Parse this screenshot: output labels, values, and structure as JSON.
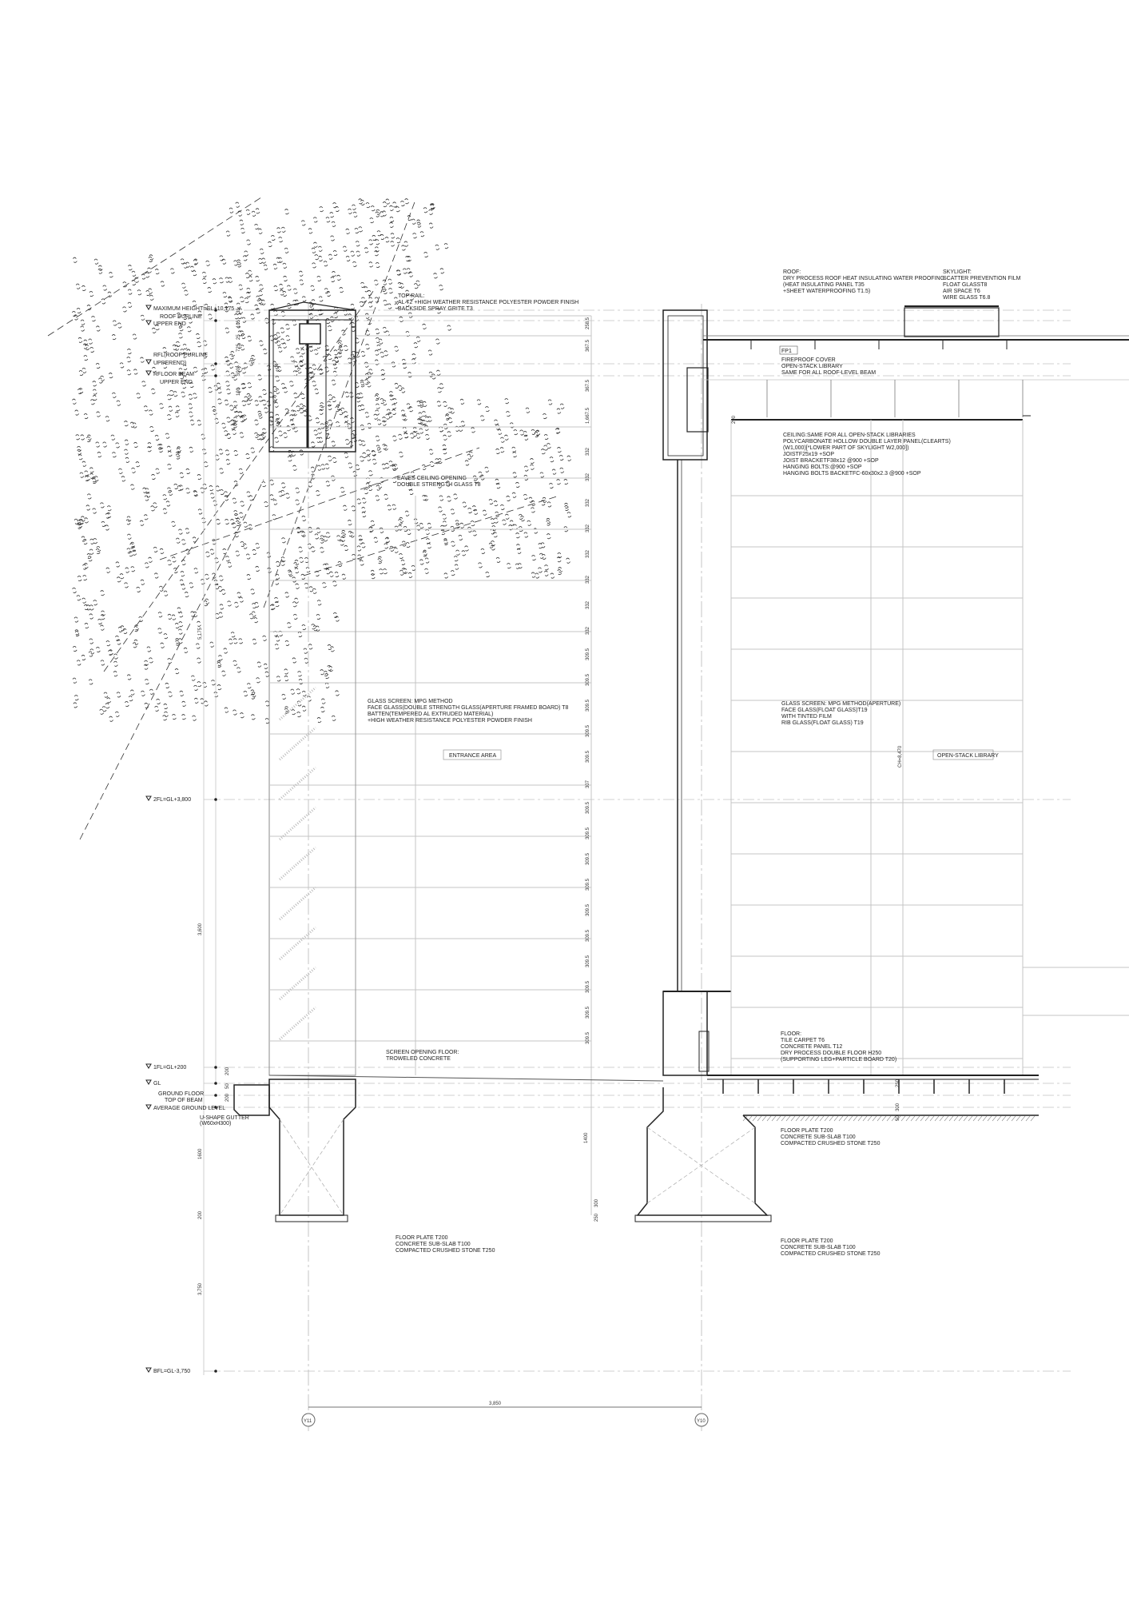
{
  "colors": {
    "line": "#222222",
    "light_line": "#bbbbbb",
    "hatch": "#999999",
    "background": "#ffffff"
  },
  "levels": {
    "max_height": "MAXIMUM HEIGHT=GL+10,175",
    "roof_purline": [
      "ROOF PURLINE",
      "UPPER END"
    ],
    "rfl": [
      "RFL(ROOF PURLINE",
      "UPPEREND)"
    ],
    "rfloor_beam": [
      "RFLOOR BEAM",
      "UPPER END"
    ],
    "fl2": "2FL=GL+3,800",
    "fl1": "1FL=GL+200",
    "gl": "GL",
    "ground_floor_beam": [
      "GROUND FLOOR",
      "TOP OF BEAM"
    ],
    "avg_ground": "AVERAGE GROUND LEVEL",
    "bfl": "BFL=GL-3,750"
  },
  "annotations": {
    "top_rail": [
      "TOP RAIL:",
      "AL T2 +HIGH WEATHER RESISTANCE  POLYESTER POWDER FINISH",
      "BACKSIDE SPRAY GRITE T3"
    ],
    "roof": [
      "ROOF:",
      "DRY PROCESS ROOF HEAT INSULATING WATER PROOFING",
      "(HEAT INSULATING PANEL T35",
      " +SHEET WATERPROOFING  T1.5)"
    ],
    "skylight": [
      "SKYLIGHT:",
      "SCATTER PREVENTION FILM",
      "FLOAT GLASST8",
      "AIR SPACE T6",
      "WIRE GLASS T6.8"
    ],
    "fp1": [
      "FIREPROOF COVER",
      "OPEN-STACK LIBRARY",
      "SAME FOR ALL ROOF-LEVEL BEAM"
    ],
    "fp1_tag": "FP1",
    "ceiling": [
      "CEILING:SAME FOR ALL OPEN-STACK LIBRARIES",
      "POLYCARBONATE HOLLOW DOUBLE LAYER PANEL(CLEARTS)",
      " (W1,000)[*LOWER PART OF SKYLIGHT   W2,000])",
      "JOISTF25x19 +SOP",
      "JOIST BRACKETF38x12 @900 +SOP",
      "HANGING BOLTS:@900 +SOP",
      "HANGING BOLTS BACKETFC-60x30x2.3 @900 +SOP"
    ],
    "eaves": [
      "EAVES CEILING OPENING",
      "DOUBLE STRENGTH GLASS T8"
    ],
    "glass_screen_left": [
      "GLASS SCREEN: MPG METHOD",
      "FACE GLASS(DOUBLE STRENGTH GLASS(APERTURE FRAMED BOARD) T8",
      "BATTEN(TEMPERED AL EXTRUDED MATERIAL)",
      "+HIGH WEATHER RESISTANCE  POLYESTER POWDER FINISH"
    ],
    "glass_screen_right": [
      "GLASS SCREEN: MPG METHOD(APERTURE)",
      "FACE GLASS(FLOAT GLASS)T19",
      "  WITH TINTED FILM",
      "RIB GLASS(FLOAT GLASS) T19"
    ],
    "floor": [
      "FLOOR:",
      "TILE CARPET T6",
      "CONCRETE PANEL T12",
      "DRY PROCESS DOUBLE FLOOR H250",
      "(SUPPORTING LEG+PARTICLE BOARD T20)"
    ],
    "screen_floor": [
      "SCREEN OPENING FLOOR:",
      "TROWELED CONCRETE"
    ],
    "gutter": [
      "U-SHAPE GUTTER",
      "(W60xH300)"
    ],
    "floor_plate_right": [
      "FLOOR PLATE T200",
      "CONCRETE SUB-SLAB T100",
      "COMPACTED CRUSHED STONE T250"
    ],
    "floor_plate_right2": [
      "FLOOR PLATE T200",
      "CONCRETE SUB-SLAB T100",
      "COMPACTED CRUSHED STONE T250"
    ],
    "floor_plate_left": [
      "FLOOR PLATE T200",
      "CONCRETE SUB-SLAB T100",
      "COMPACTED CRUSHED STONE T250"
    ]
  },
  "rooms": {
    "entrance": "ENTRANCE AREA",
    "library": "OPEN-STACK LIBRARY",
    "ceiling_height": "CH=8,470"
  },
  "grid": {
    "y11": "Y11",
    "y10": "Y10",
    "span": "3,850"
  },
  "dimensions": {
    "left": [
      "35",
      "105",
      "25",
      "725",
      "590",
      "190",
      "5,175",
      "3,600",
      "200",
      "50",
      "200",
      "1600",
      "200",
      "3,750"
    ],
    "mullion": [
      "258.5",
      "367.5",
      "367.5",
      "1,667.5",
      "332",
      "332",
      "332",
      "332",
      "332",
      "332",
      "332",
      "332",
      "309.5",
      "309.5",
      "309.5",
      "309.5",
      "309.5",
      "307",
      "309.5",
      "309.5",
      "309.5",
      "309.5",
      "309.5",
      "309.5",
      "309.5",
      "309.5",
      "309.5",
      "309.5"
    ],
    "right": [
      "290",
      "250",
      "300",
      "50",
      "1400",
      "300",
      "250"
    ]
  },
  "icons": {
    "level_marker": "triangle-down-icon",
    "grid_bubble": "circle-icon",
    "foliage": "leaf-cluster-icon"
  }
}
